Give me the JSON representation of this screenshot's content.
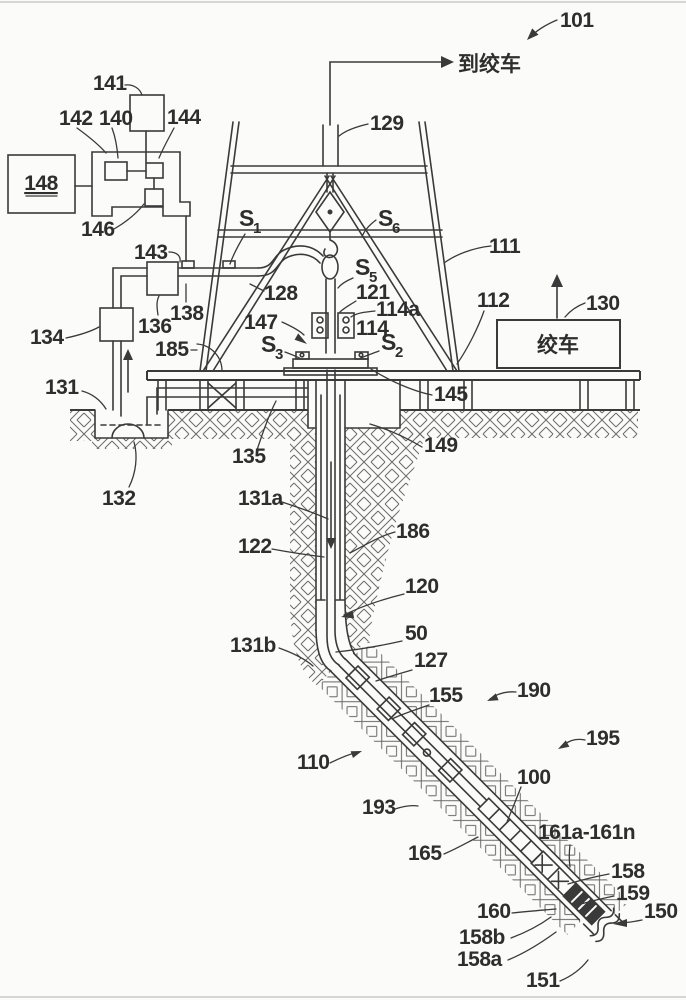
{
  "figure": {
    "type": "patent-line-drawing",
    "description": "Drilling rig and deviated wellbore measurement system",
    "background_color": "#fbfbfa",
    "ink_color": "#3a3a3a",
    "label_color": "#2e2e2e"
  },
  "annotations": {
    "to_winch": "到绞车",
    "winch": "绞车"
  },
  "refs": {
    "n101": "101",
    "n129": "129",
    "n111": "111",
    "n112": "112",
    "n130": "130",
    "n145": "145",
    "n149": "149",
    "n135": "135",
    "n131a": "131a",
    "n122": "122",
    "n186": "186",
    "n120": "120",
    "n50": "50",
    "n131b": "131b",
    "n127": "127",
    "n155": "155",
    "n190": "190",
    "n110": "110",
    "n195": "195",
    "n100": "100",
    "n193": "193",
    "n165": "165",
    "n161": "161a-161n",
    "n158": "158",
    "n159": "159",
    "n160": "160",
    "n150": "150",
    "n158b": "158b",
    "n158a": "158a",
    "n151": "151",
    "n141": "141",
    "n142": "142",
    "n140": "140",
    "n144": "144",
    "n148": "148",
    "n146": "146",
    "n143": "143",
    "n136": "136",
    "n138": "138",
    "n134": "134",
    "n185": "185",
    "n131": "131",
    "n132": "132",
    "n128": "128",
    "n121": "121",
    "n114a": "114a",
    "n114": "114",
    "n147": "147"
  },
  "sensors": {
    "s1": {
      "base": "S",
      "sub": "1"
    },
    "s2": {
      "base": "S",
      "sub": "2"
    },
    "s3": {
      "base": "S",
      "sub": "3"
    },
    "s5": {
      "base": "S",
      "sub": "5"
    },
    "s6": {
      "base": "S",
      "sub": "6"
    }
  }
}
